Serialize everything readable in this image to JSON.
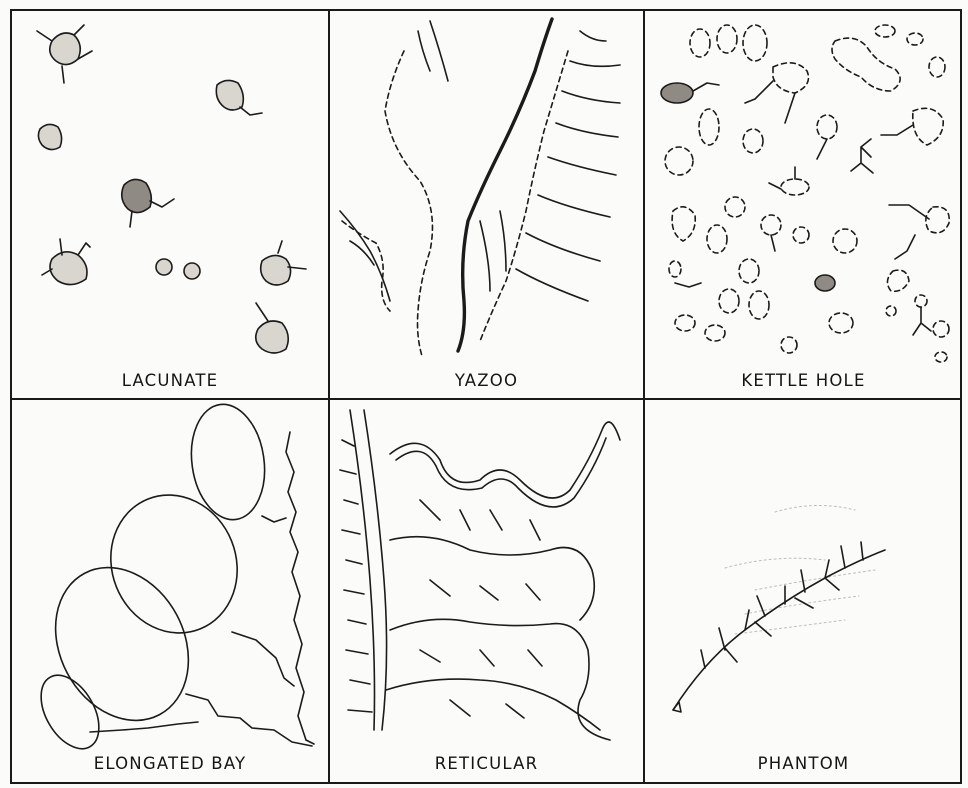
{
  "panels": [
    {
      "id": "lacunate",
      "label": "LACUNATE"
    },
    {
      "id": "yazoo",
      "label": "YAZOO"
    },
    {
      "id": "kettle-hole",
      "label": "KETTLE  HOLE"
    },
    {
      "id": "elongated-bay",
      "label": "ELONGATED  BAY"
    },
    {
      "id": "reticular",
      "label": "RETICULAR"
    },
    {
      "id": "phantom",
      "label": "PHANTOM"
    }
  ],
  "colors": {
    "ink": "#1b1b1b",
    "paper": "#fbfbf9",
    "pond_fill": "#d9d6cf"
  }
}
